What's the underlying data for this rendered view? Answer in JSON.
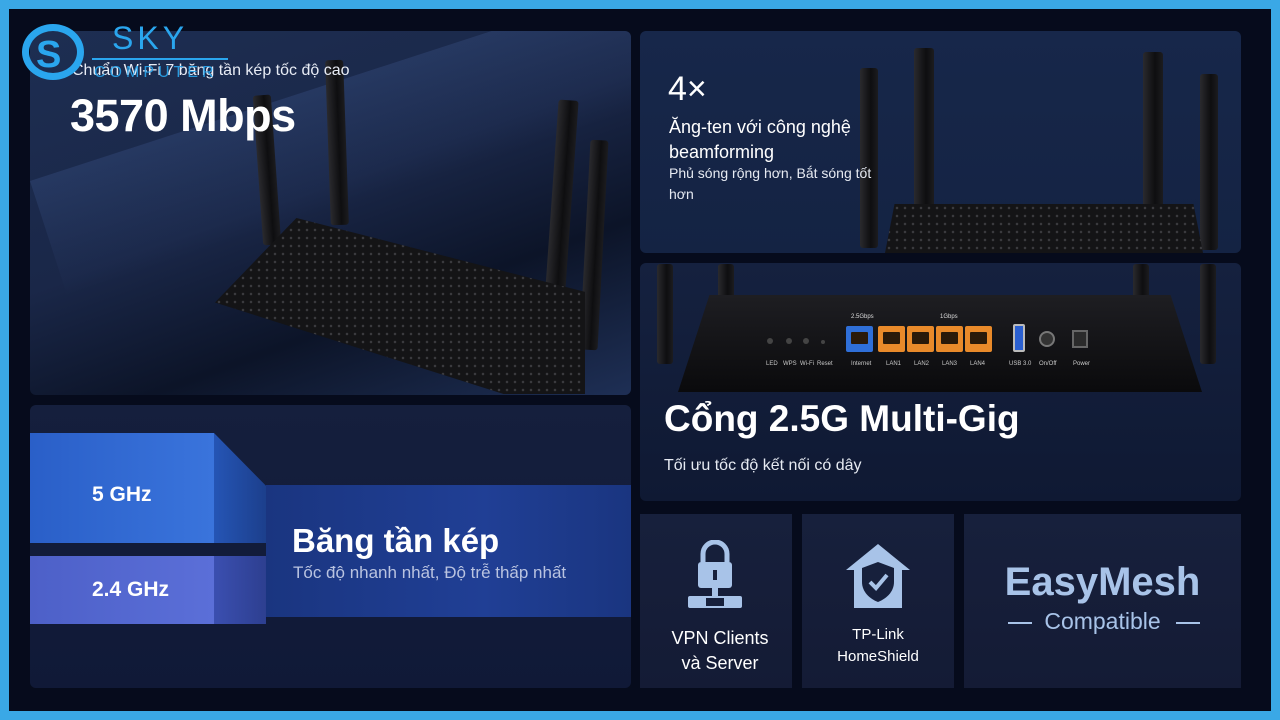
{
  "logo": {
    "brand_top": "SKY",
    "brand_bottom": "COMPUTER",
    "brand_color": "#2aa6ee"
  },
  "speed": {
    "subtitle": "Chuẩn Wi-Fi 7 băng tần kép tốc độ cao",
    "value": "3570 Mbps"
  },
  "antennas": {
    "count": "4×",
    "title": "Ăng-ten với công nghệ beamforming",
    "subtitle": "Phủ sóng rộng hơn, Bắt sóng tốt hơn"
  },
  "ports": {
    "title": "Cổng 2.5G Multi-Gig",
    "subtitle": "Tối ưu tốc độ kết nối có dây",
    "speed_tags": [
      "2.5Gbps",
      "1Gbps"
    ],
    "labels": [
      "LED",
      "WPS",
      "Wi-Fi",
      "Reset",
      "Internet",
      "LAN1",
      "LAN2",
      "LAN3",
      "LAN4",
      "USB 3.0",
      "On/Off",
      "Power"
    ],
    "internet_color": "#2f6fd8",
    "lan_color": "#e98a2a"
  },
  "band": {
    "band_high": "5 GHz",
    "band_low": "2.4 GHz",
    "title": "Băng tần kép",
    "subtitle": "Tốc độ nhanh nhất, Độ trễ thấp nhất"
  },
  "features": {
    "vpn": "VPN Clients và Server",
    "homeshield": "TP-Link HomeShield",
    "mesh_title": "EasyMesh",
    "mesh_sub": "Compatible",
    "icon_color": "#a8c3e8"
  }
}
